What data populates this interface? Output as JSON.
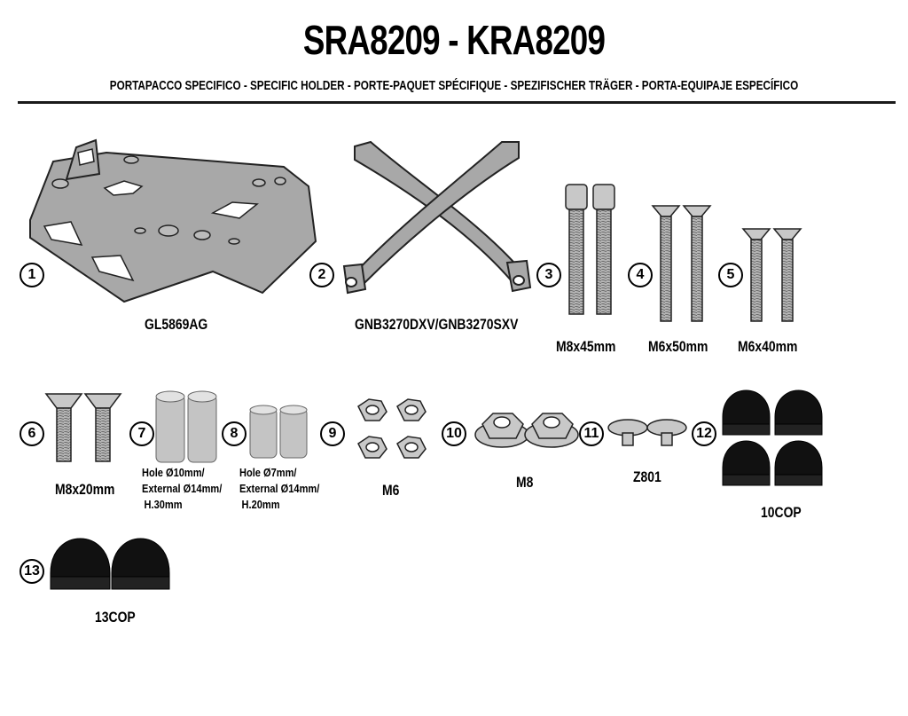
{
  "header": {
    "title": "SRA8209 - KRA8209",
    "subtitle": "PORTAPACCO SPECIFICO - SPECIFIC HOLDER - PORTE-PAQUET SPÉCIFIQUE - SPEZIFISCHER TRÄGER - PORTA-EQUIPAJE ESPECÍFICO"
  },
  "parts": [
    {
      "num": "1",
      "label": "GL5869AG"
    },
    {
      "num": "2",
      "label": "GNB3270DXV/GNB3270SXV"
    },
    {
      "num": "3",
      "label": "M8x45mm"
    },
    {
      "num": "4",
      "label": "M6x50mm"
    },
    {
      "num": "5",
      "label": "M6x40mm"
    },
    {
      "num": "6",
      "label": "M8x20mm"
    },
    {
      "num": "7",
      "lines": [
        "Hole Ø10mm/",
        "External Ø14mm/",
        "H.30mm"
      ]
    },
    {
      "num": "8",
      "lines": [
        "Hole Ø7mm/",
        "External Ø14mm/",
        "H.20mm"
      ]
    },
    {
      "num": "9",
      "label": "M6"
    },
    {
      "num": "10",
      "label": "M8"
    },
    {
      "num": "11",
      "label": "Z801"
    },
    {
      "num": "12",
      "label": "10COP"
    },
    {
      "num": "13",
      "label": "13COP"
    }
  ],
  "colors": {
    "part_gray": "#a8a8a8",
    "cap_black": "#111111"
  }
}
